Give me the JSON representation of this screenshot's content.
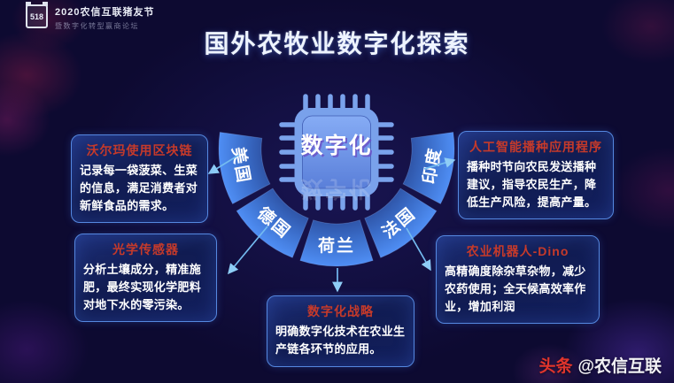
{
  "header": {
    "logo_badge": "518",
    "logo_line1": "2020农信互联猪友节",
    "logo_line2": "暨数字化转型赢商论坛",
    "title": "国外农牧业数字化探索"
  },
  "center": {
    "chip_label": "数字化"
  },
  "arc": {
    "countries": [
      "美国",
      "德国",
      "荷兰",
      "法国",
      "印度"
    ]
  },
  "boxes": [
    {
      "title": "沃尔玛使用区块链",
      "body": "记录每一袋菠菜、生菜的信息，满足消费者对新鲜食品的需求。"
    },
    {
      "title": "光学传感器",
      "body": "分析土壤成分，精准施肥，最终实现化学肥料对地下水的零污染。"
    },
    {
      "title": "数字化战略",
      "body": "明确数字化技术在农业生产链各环节的应用。"
    },
    {
      "title": "人工智能播种应用程序",
      "body": "播种时节向农民发送播种建议，指导农民生产，降低生产风险，提高产量。"
    },
    {
      "title": "农业机器人-Dino",
      "body": "高精确度除杂草杂物，减少农药使用；全天候高效率作业，增加利润"
    }
  ],
  "watermark": {
    "brand": "头条",
    "account": "@农信互联"
  },
  "colors": {
    "box_title_red": "#c63a2a",
    "border_blue": "#5588e0",
    "arrow_blue": "#74bbf0",
    "arc_blue_outer": "#4f8ef4",
    "arc_blue_inner": "#2b4d9d",
    "chip_blue": "#79a1eb",
    "watermark_red": "#e0352c",
    "title_color": "#eef4ff",
    "bg_navy": "#0d0a31"
  }
}
